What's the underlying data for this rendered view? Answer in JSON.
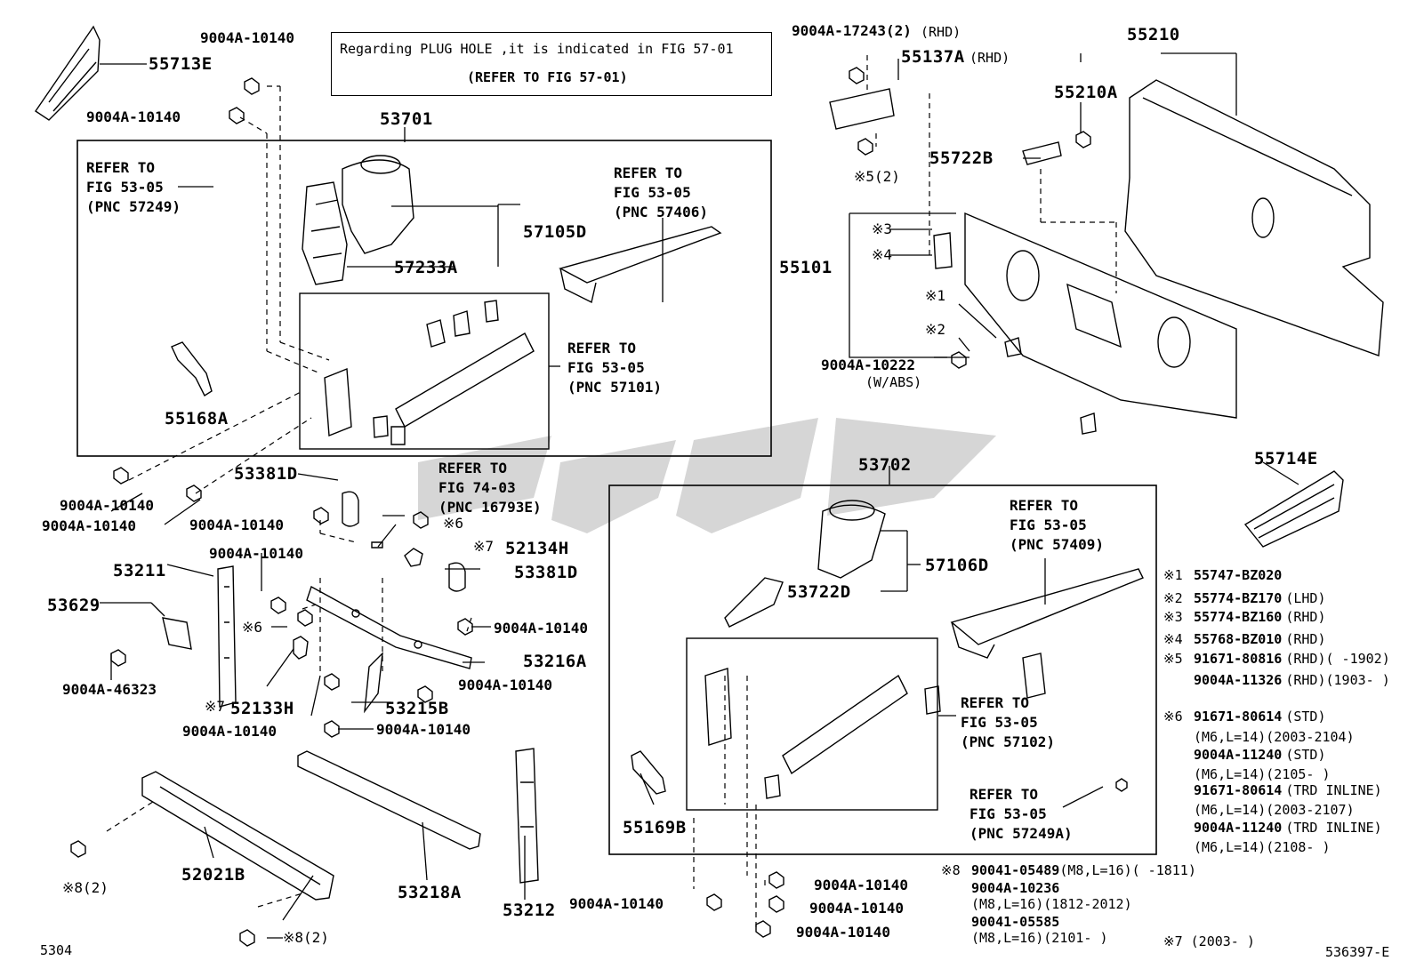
{
  "notice": {
    "line1": "Regarding PLUG HOLE ,it is indicated in FIG 57-01",
    "line2": "(REFER TO FIG 57-01)"
  },
  "parts": {
    "p55713E": "55713E",
    "p53701": "53701",
    "p57105D": "57105D",
    "p57233A": "57233A",
    "p55168A": "55168A",
    "p53381D_a": "53381D",
    "p53381D_b": "53381D",
    "p52134H": "52134H",
    "p53211": "53211",
    "p53629": "53629",
    "p53216A": "53216A",
    "p53215B": "53215B",
    "p52133H": "52133H",
    "p52021B": "52021B",
    "p53218A": "53218A",
    "p53212": "53212",
    "p55210": "55210",
    "p55210A": "55210A",
    "p55137A": "55137A",
    "p55722B": "55722B",
    "p55101": "55101",
    "p55714E": "55714E",
    "p53702": "53702",
    "p57106D": "57106D",
    "p53722D": "53722D",
    "p55169B": "55169B"
  },
  "suffix": {
    "rhd_a": "(RHD)",
    "rhd_b": "(RHD)",
    "w_abs": "(W/ABS)"
  },
  "bolts": {
    "b1": "9004A-10140",
    "b2": "9004A-10140",
    "b3": "9004A-10140",
    "b4": "9004A-10140",
    "b5": "9004A-10140",
    "b6": "9004A-10140",
    "b7": "9004A-10140",
    "b8": "9004A-10140",
    "b9": "9004A-10140",
    "b10": "9004A-10140",
    "b11": "9004A-10140",
    "b12": "9004A-10140",
    "b13": "9004A-10140",
    "b14": "9004A-10140",
    "b15": "9004A-46323",
    "b16": "9004A-17243(2)",
    "b17": "9004A-10222"
  },
  "marks": {
    "m1": "※1",
    "m2": "※2",
    "m3": "※3",
    "m4": "※4",
    "m5": "※5(2)",
    "m6a": "※6",
    "m6b": "※6",
    "m7a": "※7",
    "m7b": "※7",
    "m8a": "※8(2)",
    "m8b": "※8(2)"
  },
  "refs": {
    "r1": "REFER TO\nFIG 53-05\n(PNC 57249)",
    "r2": "REFER TO\nFIG 53-05\n(PNC 57406)",
    "r3": "REFER TO\nFIG 53-05\n(PNC 57101)",
    "r4": "REFER TO\nFIG 74-03\n(PNC 16793E)",
    "r5": "REFER TO\nFIG 53-05\n(PNC 57409)",
    "r6": "REFER TO\nFIG 53-05\n(PNC 57102)",
    "r7": "REFER TO\nFIG 53-05\n(PNC 57249A)"
  },
  "legend": [
    {
      "mark": "※1",
      "pn": "55747-BZ020",
      "note": ""
    },
    {
      "mark": "※2",
      "pn": "55774-BZ170",
      "note": "(LHD)"
    },
    {
      "mark": "※3",
      "pn": "55774-BZ160",
      "note": "(RHD)"
    },
    {
      "mark": "※4",
      "pn": "55768-BZ010",
      "note": "(RHD)"
    },
    {
      "mark": "※5",
      "pn": "91671-80816",
      "note": "(RHD)(       -1902)"
    },
    {
      "mark": "",
      "pn": "9004A-11326",
      "note": "(RHD)(1903-       )"
    },
    {
      "mark": "※6",
      "pn": "91671-80614",
      "note": "(STD)"
    },
    {
      "mark": "",
      "pn": "",
      "note": "(M6,L=14)(2003-2104)"
    },
    {
      "mark": "",
      "pn": "9004A-11240",
      "note": "(STD)"
    },
    {
      "mark": "",
      "pn": "",
      "note": "(M6,L=14)(2105-       )"
    },
    {
      "mark": "",
      "pn": "91671-80614",
      "note": "(TRD INLINE)"
    },
    {
      "mark": "",
      "pn": "",
      "note": "(M6,L=14)(2003-2107)"
    },
    {
      "mark": "",
      "pn": "9004A-11240",
      "note": "(TRD INLINE)"
    },
    {
      "mark": "",
      "pn": "",
      "note": "(M6,L=14)(2108-       )"
    }
  ],
  "legend7": {
    "mark": "※7",
    "note": "(2003-       )"
  },
  "legend8": [
    {
      "mark": "※8",
      "pn": "90041-05489",
      "note": "(M8,L=16)(        -1811)"
    },
    {
      "mark": "",
      "pn": "9004A-10236",
      "note": ""
    },
    {
      "mark": "",
      "pn": "",
      "note": "(M8,L=16)(1812-2012)"
    },
    {
      "mark": "",
      "pn": "90041-05585",
      "note": ""
    },
    {
      "mark": "",
      "pn": "",
      "note": "(M8,L=16)(2101-       )"
    }
  ],
  "footer": {
    "fig": "5304",
    "code": "536397-E"
  },
  "watermark": {
    "color": "#c8c8c8"
  }
}
